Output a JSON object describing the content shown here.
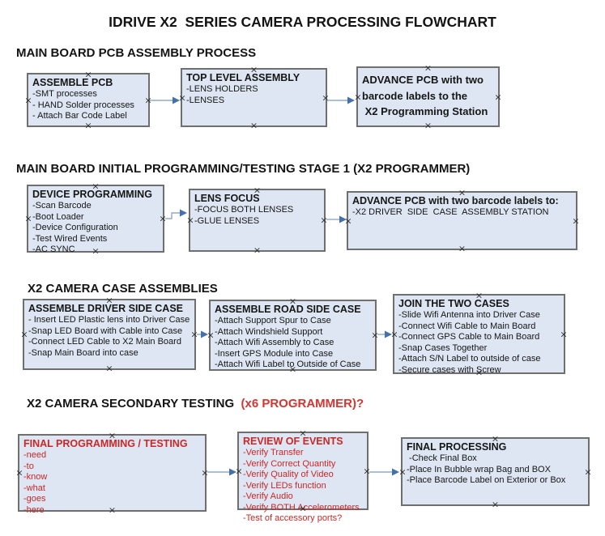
{
  "title": "IDRIVE X2  SERIES CAMERA PROCESSING FLOWCHART",
  "colors": {
    "box_fill": "#dde6f2",
    "box_border": "#6f6f6f",
    "red_text": "#cc2727",
    "heading_red": "#d33531",
    "arrow_line": "#8fabc9",
    "arrow_head": "#4471ad",
    "text_black": "#141414"
  },
  "sections": [
    {
      "heading": "MAIN BOARD PCB ASSEMBLY PROCESS",
      "heading_red": "",
      "boxes": [
        {
          "title": "ASSEMBLE PCB",
          "lines": [
            "-SMT processes",
            "- HAND Solder processes",
            "- Attach Bar Code Label"
          ]
        },
        {
          "title": "TOP LEVEL ASSEMBLY",
          "lines": [
            "-LENS HOLDERS",
            "-LENSES"
          ]
        },
        {
          "title": "ADVANCE PCB with two",
          "lines": [
            "barcode labels to the",
            " X2 Programming Station"
          ]
        }
      ]
    },
    {
      "heading": "MAIN BOARD INITIAL PROGRAMMING/TESTING STAGE 1 (X2 PROGRAMMER)",
      "heading_red": "",
      "boxes": [
        {
          "title": "DEVICE PROGRAMMING",
          "lines": [
            "-Scan Barcode",
            "-Boot Loader",
            "-Device Configuration",
            "-Test Wired Events",
            "-AC SYNC"
          ]
        },
        {
          "title": "LENS FOCUS",
          "lines": [
            "-FOCUS BOTH LENSES",
            "-GLUE LENSES"
          ]
        },
        {
          "title": "ADVANCE PCB with two barcode labels to:",
          "lines": [
            "-X2 DRIVER  SIDE  CASE  ASSEMBLY STATION"
          ]
        }
      ]
    },
    {
      "heading": "X2 CAMERA CASE ASSEMBLIES",
      "heading_red": "",
      "boxes": [
        {
          "title": "ASSEMBLE DRIVER SIDE CASE",
          "lines": [
            "- Insert LED Plastic lens into Driver Case",
            "-Snap LED Board with Cable into Case",
            "-Connect LED Cable to X2 Main Board",
            "-Snap Main Board into case"
          ]
        },
        {
          "title": "ASSEMBLE ROAD SIDE CASE",
          "lines": [
            "-Attach Support Spur to Case",
            "-Attach Windshield Support",
            "-Attach Wifi Assembly to Case",
            "-Insert GPS Module into Case",
            "-Attach Wifi Label to Outside of Case"
          ]
        },
        {
          "title": "JOIN THE TWO CASES",
          "lines": [
            "-Slide Wifi Antenna into Driver Case",
            "-Connect Wifi Cable to Main Board",
            "-Connect GPS Cable to Main Board",
            "-Snap Cases Together",
            "-Attach S/N Label to outside of case",
            "-Secure cases with Screw"
          ]
        }
      ]
    },
    {
      "heading": "X2 CAMERA SECONDARY TESTING ",
      "heading_red": " (x6 PROGRAMMER)?",
      "boxes": [
        {
          "title": "FINAL PROGRAMMING / TESTING",
          "color": "red",
          "lines": [
            "-need",
            "-to",
            "-know",
            "-what",
            "-goes",
            "-here"
          ]
        },
        {
          "title": "REVIEW OF EVENTS",
          "color": "red",
          "lines": [
            "-Verify Transfer",
            "-Verify Correct Quantity",
            "-Verify Quality of Video",
            "-Verify LEDs function",
            "-Verify Audio",
            "-Verify BOTH Accelerometers",
            "-Test of accessory ports?"
          ]
        },
        {
          "title": "FINAL PROCESSING",
          "lines": [
            " -Check Final Box",
            "-Place In Bubble wrap Bag and BOX",
            "-Place Barcode Label on Exterior or Box"
          ]
        }
      ]
    }
  ]
}
